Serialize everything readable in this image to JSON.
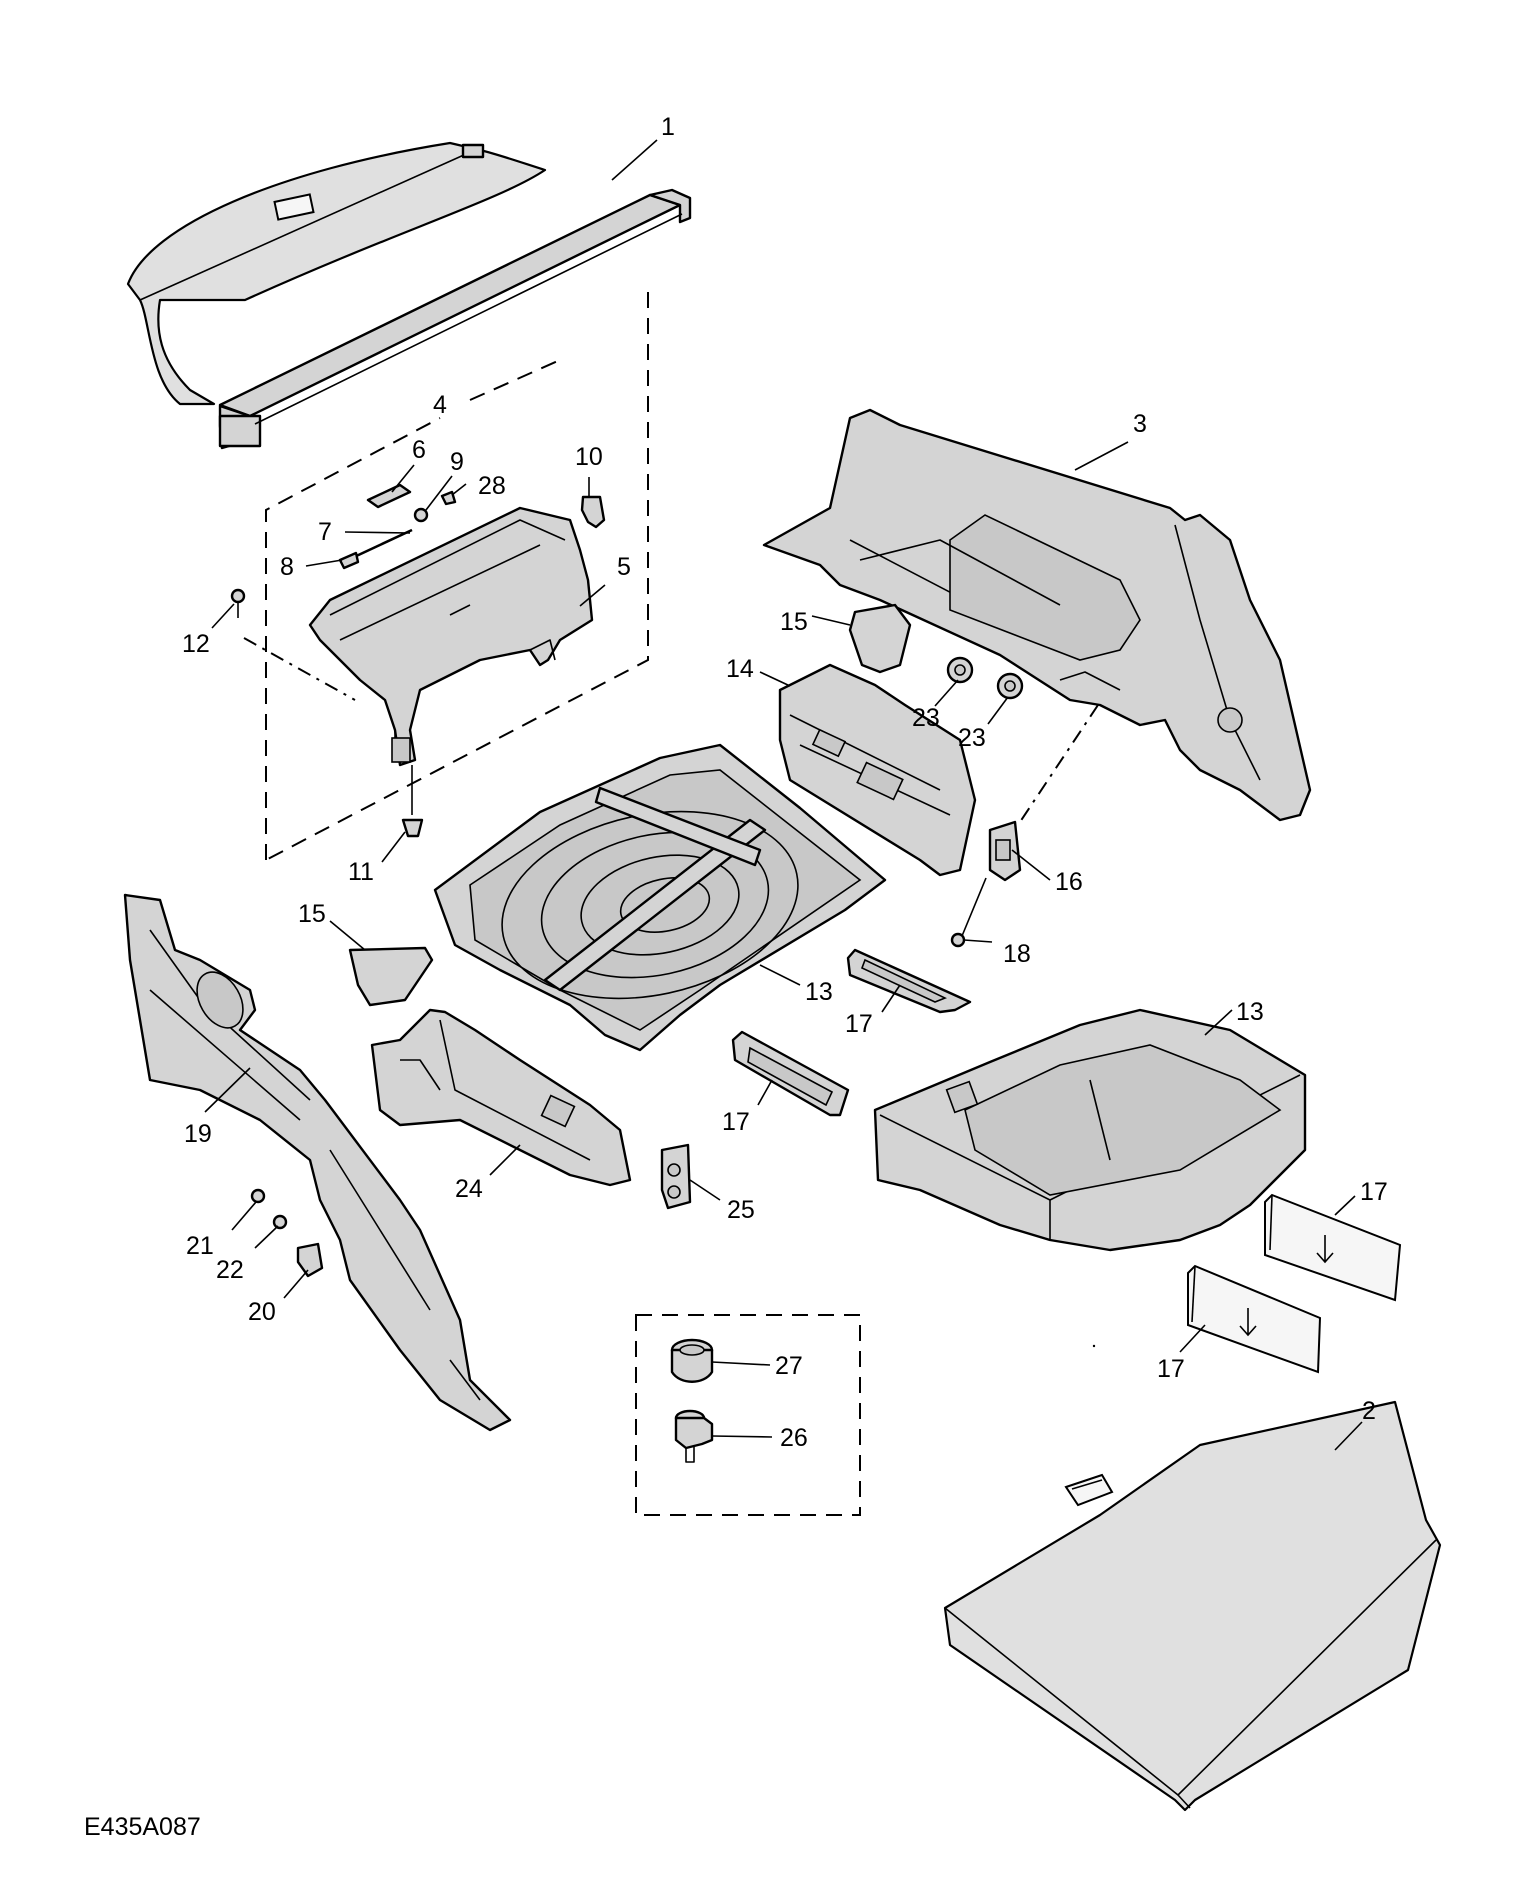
{
  "diagram": {
    "reference_code": "E435A087",
    "callouts": [
      "1",
      "2",
      "3",
      "4",
      "5",
      "6",
      "7",
      "8",
      "9",
      "10",
      "11",
      "12",
      "13",
      "13",
      "14",
      "15",
      "15",
      "16",
      "17",
      "17",
      "17",
      "17",
      "18",
      "19",
      "20",
      "21",
      "22",
      "23",
      "23",
      "24",
      "25",
      "26",
      "27",
      "28"
    ]
  }
}
